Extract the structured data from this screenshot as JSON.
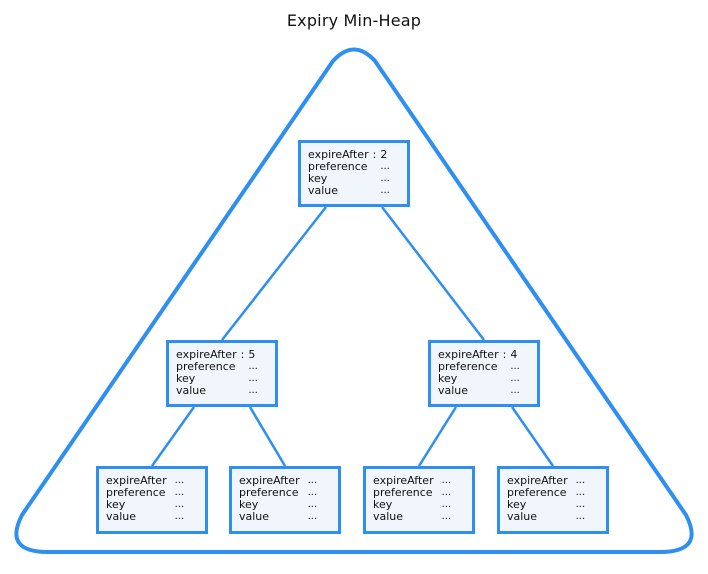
{
  "title": "Expiry Min-Heap",
  "colors": {
    "accent": "#2f8ff0",
    "node_fill": "#f1f6fd",
    "text": "#111111"
  },
  "field_labels": {
    "expire_after": "expireAfter",
    "preference": "preference",
    "key": "key",
    "value": "value"
  },
  "nodes": [
    {
      "id": "root",
      "parent": null,
      "expire_after_sep": ":",
      "expire_after": "2",
      "preference": "...",
      "key": "...",
      "value": "..."
    },
    {
      "id": "left",
      "parent": "root",
      "expire_after_sep": ":",
      "expire_after": "5",
      "preference": "...",
      "key": "...",
      "value": "..."
    },
    {
      "id": "right",
      "parent": "root",
      "expire_after_sep": ":",
      "expire_after": "4",
      "preference": "...",
      "key": "...",
      "value": "..."
    },
    {
      "id": "left-left",
      "parent": "left",
      "expire_after_sep": "",
      "expire_after": "...",
      "preference": "...",
      "key": "...",
      "value": "..."
    },
    {
      "id": "left-right",
      "parent": "left",
      "expire_after_sep": "",
      "expire_after": "...",
      "preference": "...",
      "key": "...",
      "value": "..."
    },
    {
      "id": "right-left",
      "parent": "right",
      "expire_after_sep": "",
      "expire_after": "...",
      "preference": "...",
      "key": "...",
      "value": "..."
    },
    {
      "id": "right-right",
      "parent": "right",
      "expire_after_sep": "",
      "expire_after": "...",
      "preference": "...",
      "key": "...",
      "value": "..."
    }
  ]
}
